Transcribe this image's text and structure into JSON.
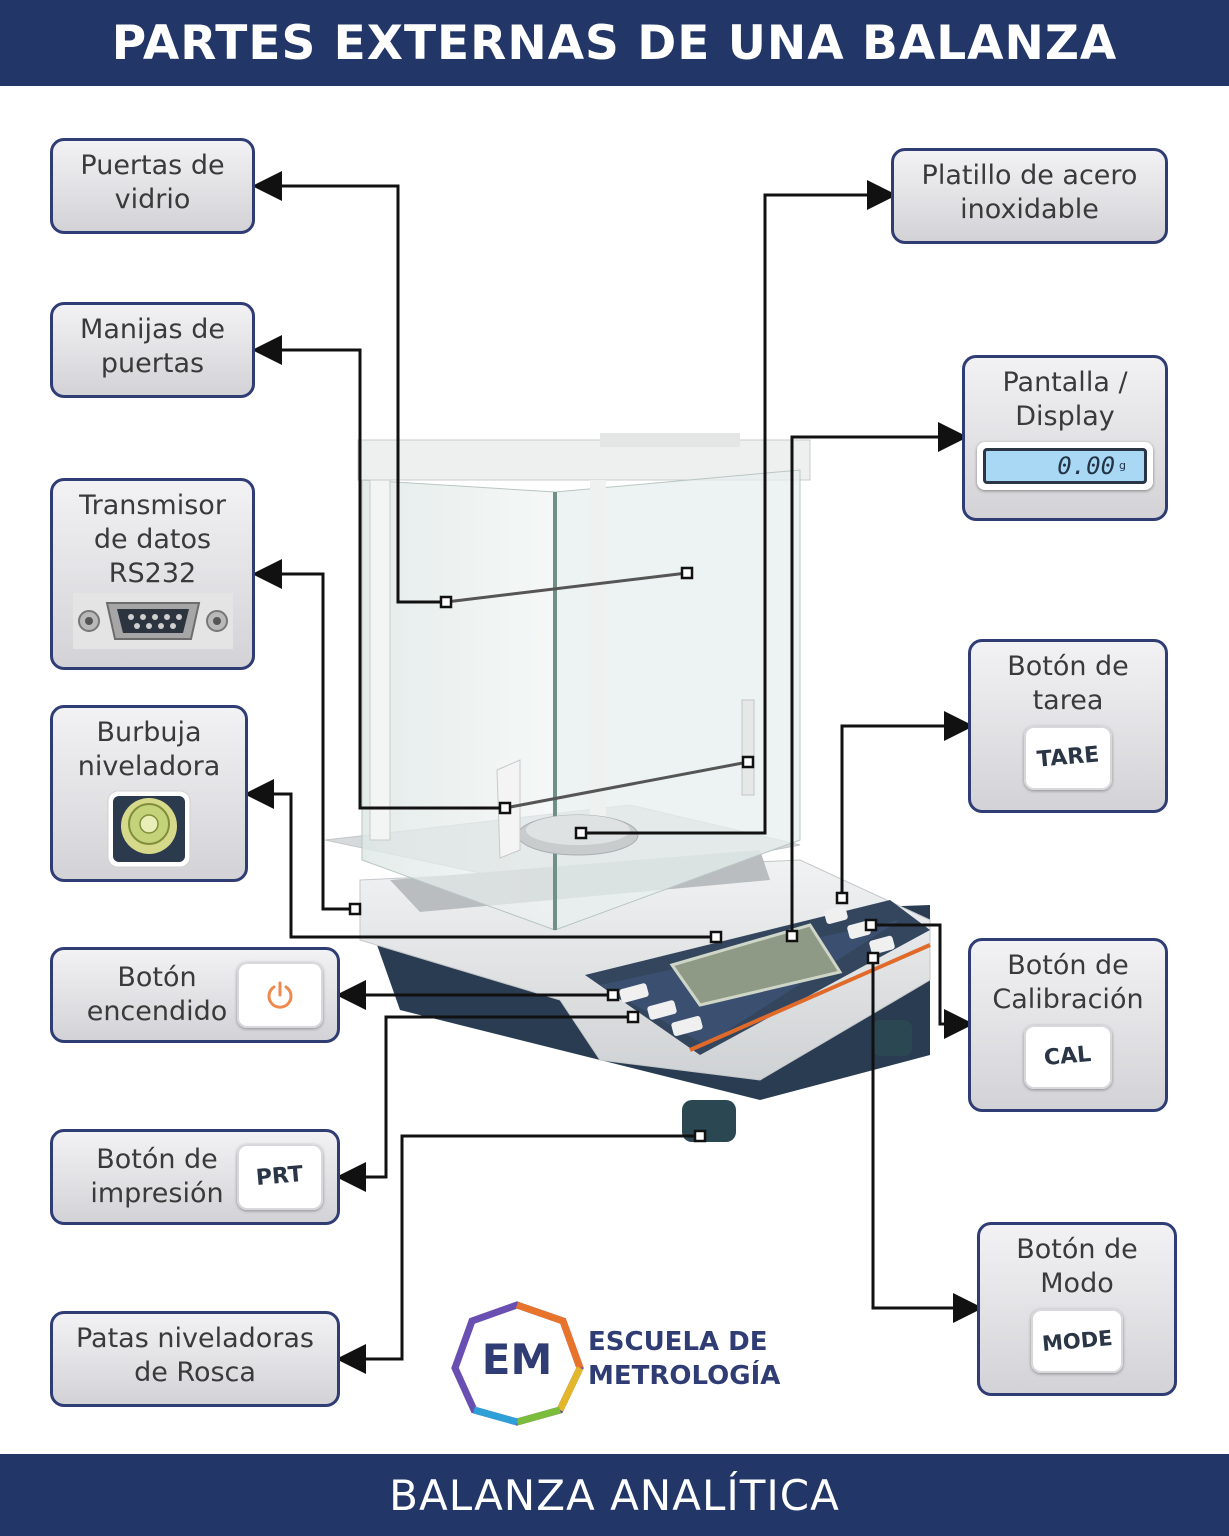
{
  "header": {
    "title": "PARTES EXTERNAS DE UNA BALANZA"
  },
  "footer": {
    "title": "BALANZA ANALÍTICA"
  },
  "labels": {
    "puertas": [
      "Puertas de",
      "vidrio"
    ],
    "manijas": [
      "Manijas de",
      "puertas"
    ],
    "rs232": [
      "Transmisor",
      "de datos",
      "RS232"
    ],
    "burbuja": [
      "Burbuja",
      "niveladora"
    ],
    "encendido": [
      "Botón",
      "encendido"
    ],
    "impresion": [
      "Botón de",
      "impresión"
    ],
    "patas": [
      "Patas niveladoras",
      "de Rosca"
    ],
    "platillo": [
      "Platillo de acero",
      "inoxidable"
    ],
    "pantalla": [
      "Pantalla /",
      "Display"
    ],
    "tarea": [
      "Botón de",
      "tarea"
    ],
    "calibracion": [
      "Botón de",
      "Calibración"
    ],
    "modo": [
      "Botón de",
      "Modo"
    ]
  },
  "chips": {
    "display_value": "0.00",
    "display_unit": "g",
    "tare": "TARE",
    "cal": "CAL",
    "prt": "PRT",
    "mode": "MODE"
  },
  "logo": {
    "initials": "EM",
    "line1": "ESCUELA DE",
    "line2": "METROLOGÍA"
  },
  "colors": {
    "navy": "#223768",
    "box_border": "#2f3d74",
    "display": "#a9d8f5"
  }
}
